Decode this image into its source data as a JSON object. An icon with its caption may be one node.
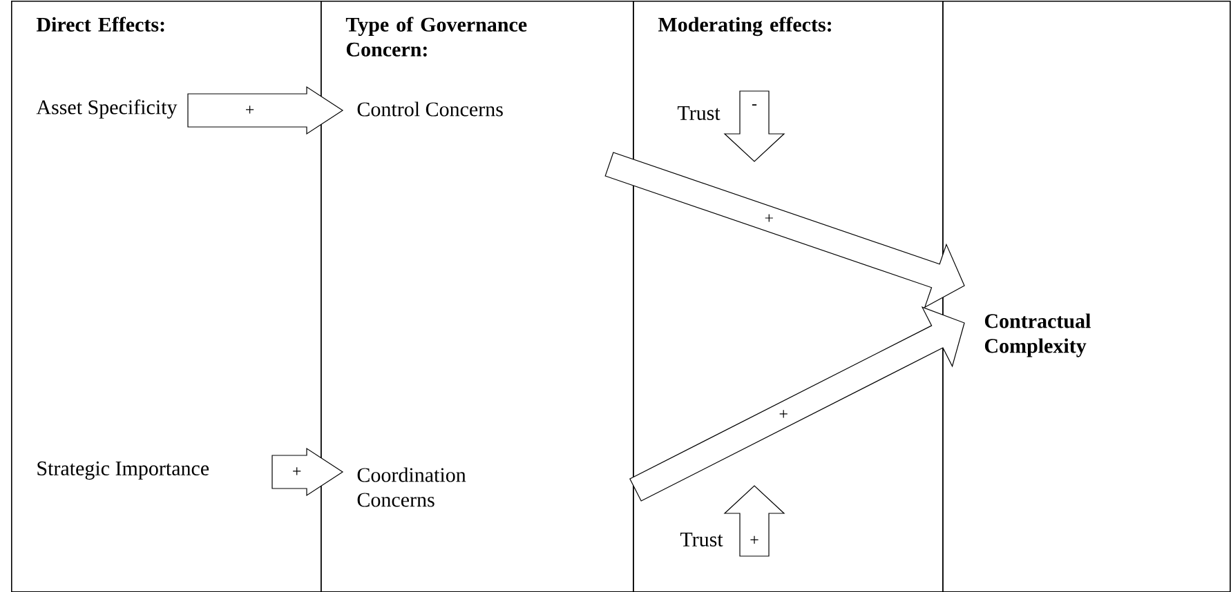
{
  "diagram": {
    "nodes": [
      {
        "text": [
          "Direct Effects:"
        ]
      },
      {
        "text": [
          "Type of Governance Concern:"
        ]
      },
      {
        "text": [
          "Moderating effects:"
        ]
      },
      {
        "text": [],
        "shape": "band"
      },
      {
        "text": [
          "Asset Specificity"
        ],
        "in": 0
      },
      {
        "text": [
          "Control Concerns"
        ],
        "in": 1
      },
      {
        "text": [
          "Strategic Importance"
        ],
        "in": 0
      },
      {
        "text": [
          "Coordination Concerns"
        ],
        "in": 1
      },
      {
        "text": [
          "Trust"
        ],
        "in": 2
      },
      {
        "text": [
          "Trust"
        ],
        "in": 2
      },
      {
        "text": [
          "Contractual Complexity"
        ],
        "in": 3
      }
    ],
    "edges": [
      {
        "from": 4,
        "to": 5,
        "arrow": "to",
        "label": "+"
      },
      {
        "from": 6,
        "to": 7,
        "arrow": "to",
        "label": "+"
      },
      {
        "from": 5,
        "to": 10,
        "arrow": "to",
        "label": "+"
      },
      {
        "from": 7,
        "to": 10,
        "arrow": "to",
        "label": "+"
      },
      {
        "from": 8,
        "to": null,
        "arrow": "to",
        "label": "-"
      },
      {
        "from": 9,
        "to": null,
        "arrow": "to",
        "label": "+"
      }
    ]
  }
}
